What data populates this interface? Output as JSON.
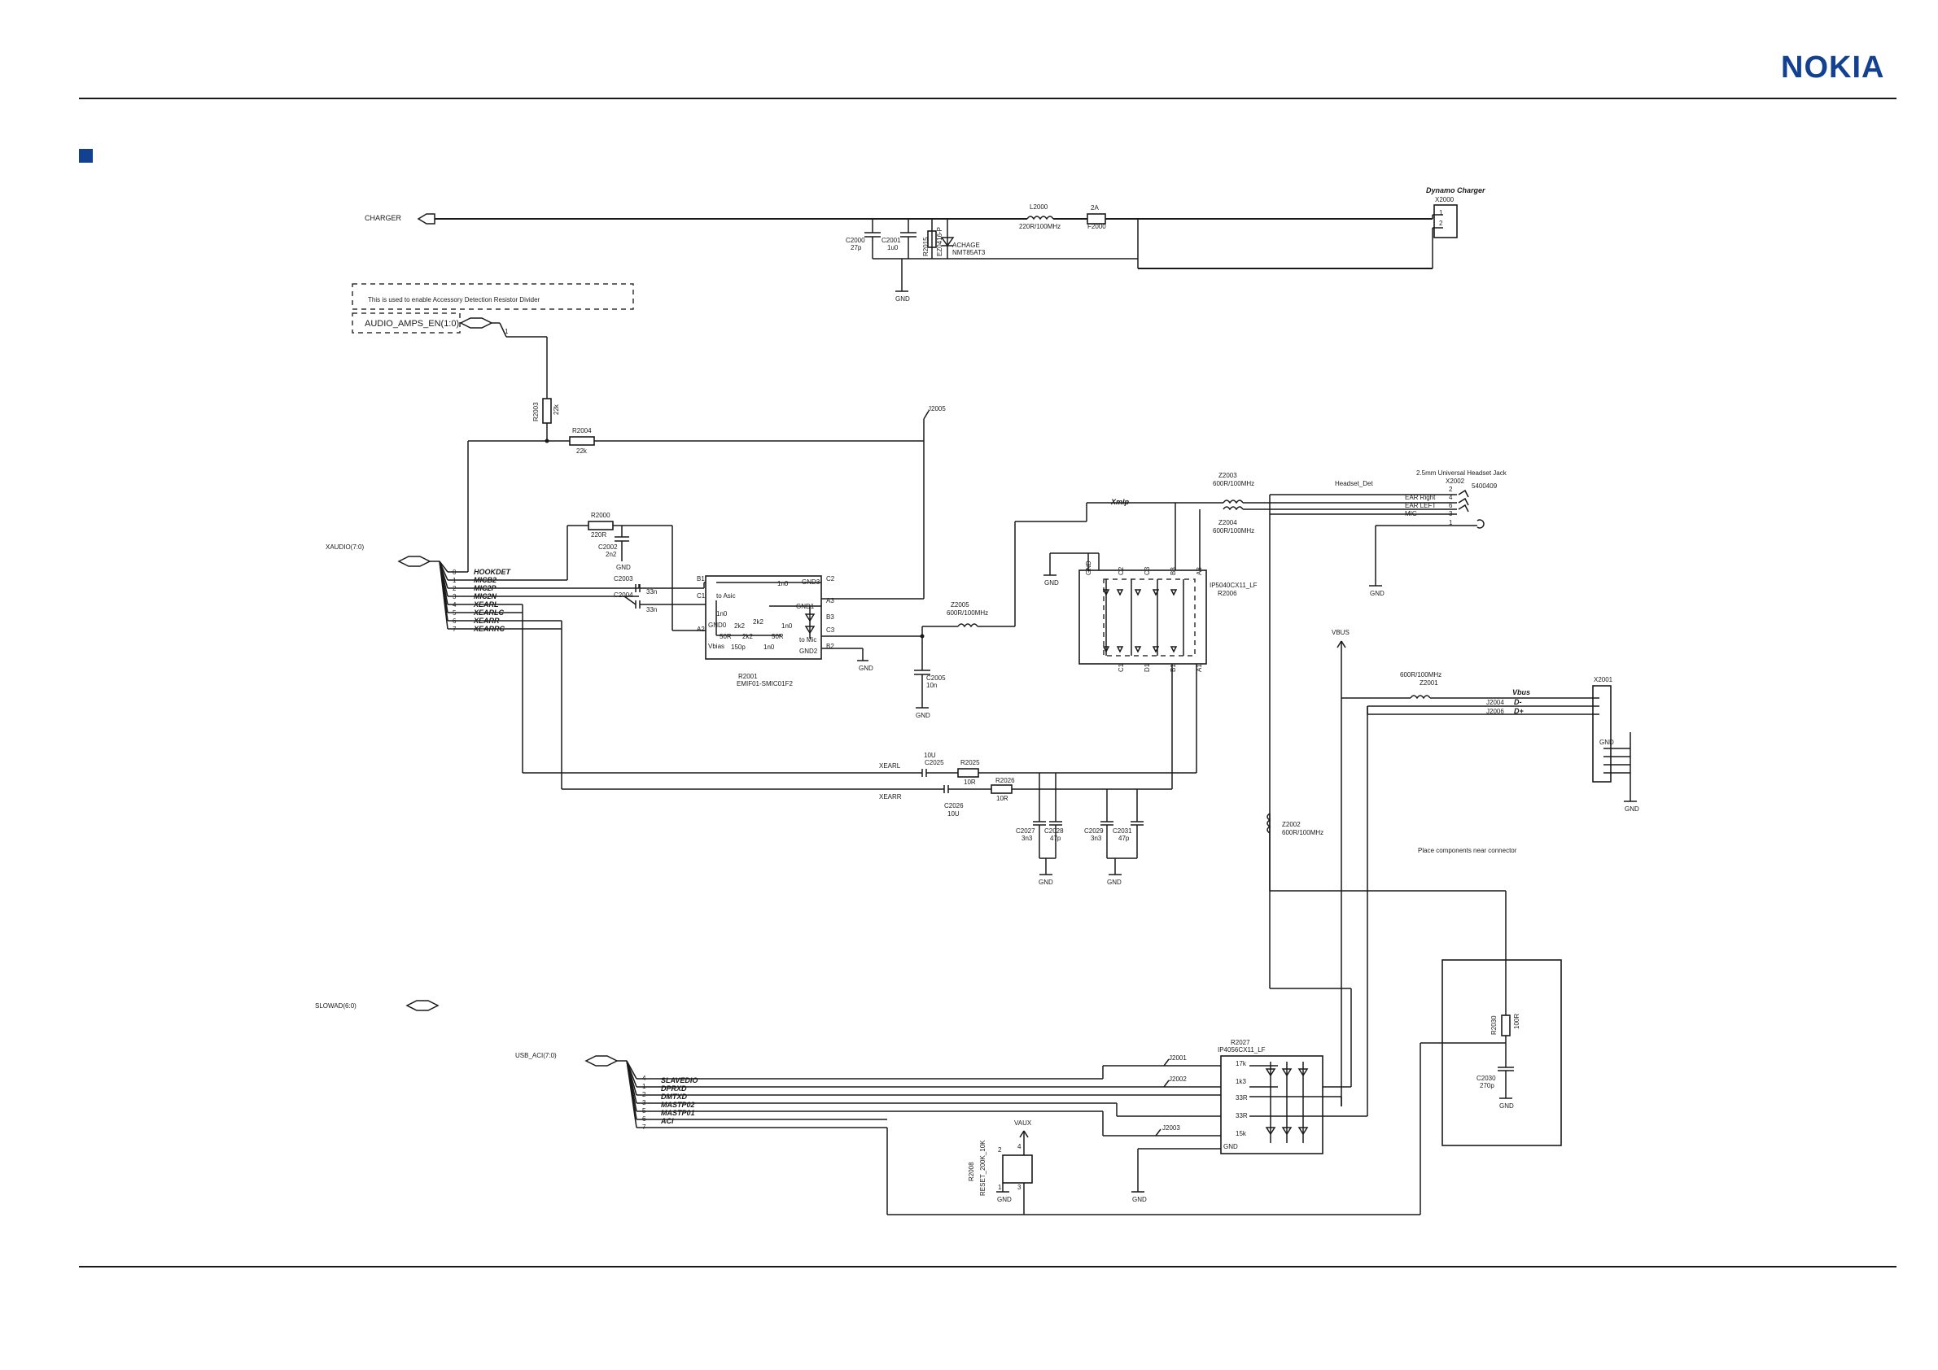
{
  "header": {
    "logo_text": "NOKIA",
    "brand_color": "#124191"
  },
  "labels": {
    "charger": "CHARGER",
    "xaudio": "XAUDIO(7:0)",
    "slowad": "SLOWAD(6:0)",
    "usb_aci": "USB_ACI(7:0)",
    "note": "This is used to enable Accessory Detection Resistor Divider",
    "audio_amps": "AUDIO_AMPS_EN(1:0)",
    "place_note": "Place components near connector",
    "vbus": "VBUS",
    "vaux": "VAUX",
    "xmlp": "Xmlp",
    "headset_det": "Headset_Det",
    "xearl": "XEARL",
    "xearr": "XEARR",
    "to_asic": "to Asic",
    "to_mic": "to Mic",
    "gnd": "GND"
  },
  "xaudio_pins": [
    "0",
    "1",
    "2",
    "3",
    "4",
    "5",
    "6",
    "7"
  ],
  "xaudio_signals": [
    "HOOKDET",
    "MICB2",
    "MIC2P",
    "MIC2N",
    "XEARL",
    "XEARLC",
    "XEARR",
    "XEARRC"
  ],
  "usb_pins": [
    "4",
    "1",
    "2",
    "3",
    "5",
    "6",
    "7"
  ],
  "usb_signals": [
    "SLAVEDIO",
    "DPRXD",
    "DMTXD",
    "MASTP02",
    "MASTP01",
    "ACI"
  ],
  "parts": {
    "x2000": {
      "title": "Dynamo Charger",
      "ref": "X2000",
      "pin1": "1",
      "pin2": "2"
    },
    "l2000": {
      "ref": "L2000",
      "val": "220R/100MHz"
    },
    "f2000": {
      "ref": "F2000",
      "val": "2A"
    },
    "c2000": {
      "ref": "C2000",
      "val": "27p"
    },
    "c2001": {
      "ref": "C2001",
      "val": "1u0"
    },
    "r2015": {
      "ref": "R2015",
      "val": "EZ0416-P"
    },
    "v2000": {
      "ref": "ACHAGE",
      "val": "NMT85AT3"
    },
    "r2003": {
      "ref": "R2003",
      "val": "22k"
    },
    "r2004": {
      "ref": "R2004",
      "val": "22k"
    },
    "j2005": {
      "ref": "J2005"
    },
    "r2000": {
      "ref": "R2000",
      "val": "220R"
    },
    "c2002": {
      "ref": "C2002",
      "val": "2n2"
    },
    "c2003": {
      "ref": "C2003",
      "val": "33n"
    },
    "c2004": {
      "ref": "C2004",
      "val": "33n"
    },
    "r2001": {
      "ref": "R2001",
      "val": "EMIF01-SMIC01F2"
    },
    "r2001_pins": {
      "b1": "B1",
      "c1": "C1",
      "a2": "A2",
      "c2": "C2",
      "a3": "A3",
      "b3": "B3",
      "c3": "C3",
      "b2": "B2",
      "gnd3": "GND3",
      "gnd1": "GND1",
      "gnd2": "GND2",
      "gnd0": "GND0",
      "vbias": "Vbias"
    },
    "r2001_vals": {
      "c_top": "1n0",
      "c_mid": "1n0",
      "r1": "2k2",
      "r2": "2k2",
      "r3": "2k2",
      "r4": "50R",
      "r5": "50R",
      "c_150": "150p",
      "c_1n0b": "1n0",
      "c_1n0c": "1n0"
    },
    "z2005": {
      "ref": "Z2005",
      "val": "600R/100MHz"
    },
    "c2005": {
      "ref": "C2005",
      "val": "10n"
    },
    "z2003": {
      "ref": "Z2003",
      "val": "600R/100MHz"
    },
    "z2004": {
      "ref": "Z2004",
      "val": "600R/100MHz"
    },
    "x2002": {
      "title": "2.5mm Universal Headset Jack",
      "ref": "X2002",
      "code": "5400409",
      "p2": "2",
      "p4": "4",
      "p6": "6",
      "p3": "3",
      "p1": "1",
      "ear_right": "EAR Right",
      "ear_left": "EAR LEFT",
      "mic": "MIC"
    },
    "r2006": {
      "ref": "R2006",
      "val": "IP5040CX11_LF"
    },
    "r2006_pins": {
      "top": [
        "C2",
        "C3",
        "B3",
        "A3"
      ],
      "bottom": [
        "C1",
        "D1",
        "B1",
        "A1"
      ],
      "gnd": "GND"
    },
    "c2025": {
      "ref": "C2025",
      "val": "10U"
    },
    "c2026": {
      "ref": "C2026",
      "val": "10U"
    },
    "r2025": {
      "ref": "R2025",
      "val": "10R"
    },
    "r2026": {
      "ref": "R2026",
      "val": "10R"
    },
    "c2027": {
      "ref": "C2027",
      "val": "3n3"
    },
    "c2028": {
      "ref": "C2028",
      "val": "47p"
    },
    "c2029": {
      "ref": "C2029",
      "val": "3n3"
    },
    "c2031": {
      "ref": "C2031",
      "val": "47p"
    },
    "z2001": {
      "ref": "Z2001",
      "val": "600R/100MHz"
    },
    "x2001": {
      "ref": "X2001",
      "vbus": "Vbus",
      "dminus": "D-",
      "dplus": "D+"
    },
    "j2004": {
      "ref": "J2004"
    },
    "j2006": {
      "ref": "J2006"
    },
    "z2002": {
      "ref": "Z2002",
      "val": "600R/100MHz"
    },
    "r2027": {
      "ref": "R2027",
      "val": "IP4056CX11_LF",
      "r1": "17k",
      "r2": "1k3",
      "r3": "33R",
      "r4": "33R",
      "r5": "15k",
      "gnd": "GND"
    },
    "j2001": {
      "ref": "J2001"
    },
    "j2002": {
      "ref": "J2002"
    },
    "j2003": {
      "ref": "J2003"
    },
    "r2008": {
      "ref": "R2008",
      "val": "RESET_200K_10K"
    },
    "r2030": {
      "ref": "R2030",
      "val": "100R"
    },
    "c2030": {
      "ref": "C2030",
      "val": "270p"
    },
    "r2008_pins": {
      "p1": "1",
      "p2": "2",
      "p3": "3",
      "p4": "4"
    }
  },
  "pin_one": "1"
}
